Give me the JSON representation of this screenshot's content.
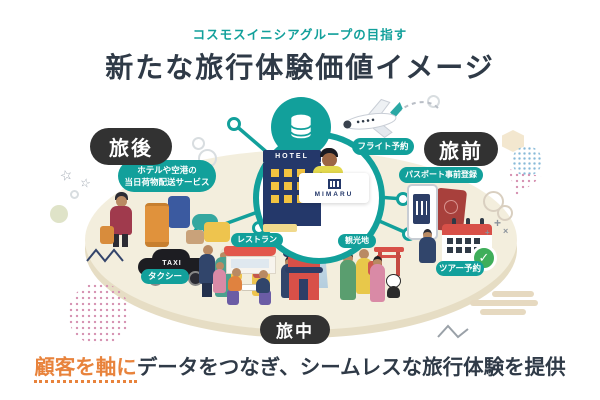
{
  "header": {
    "eyebrow": "コスモスイニシアグループの目指す",
    "title": "新たな旅行体験価値イメージ"
  },
  "phases": {
    "after": "旅後",
    "before": "旅前",
    "during": "旅中"
  },
  "services": {
    "delivery_line1": "ホテルや空港の",
    "delivery_line2": "当日荷物配送サービス",
    "flight": "フライト予約",
    "passport": "パスポート事前登録",
    "tour": "ツアー予約",
    "restaurant": "レストラン",
    "sightseeing": "観光地",
    "taxi": "タクシー"
  },
  "center_hub": {
    "hotel_sign": "HOTEL",
    "brand_card": "MIMARU"
  },
  "street": {
    "taxi_sign": "TAXI"
  },
  "footer": {
    "highlight": "顧客を軸に",
    "body": "データをつなぎ、シームレスな旅行体験を提供"
  },
  "glyphs": {
    "check": "✓",
    "star": "☆",
    "plus": "+",
    "cross": "×"
  },
  "icons": [
    "database-icon",
    "airplane-icon",
    "hotel-building-icon",
    "smartphone-passport-icon",
    "passport-icon",
    "calendar-check-icon",
    "taxi-car-icon",
    "luggage-icon",
    "torii-gate-icon",
    "skytree-tower-icon",
    "temple-icon",
    "panda-icon"
  ],
  "colors": {
    "teal": "#12a09b",
    "badge_black": "#323232",
    "title_navy": "#2f3a47",
    "accent_orange": "#e8833c",
    "platform_cream": "#f3eedd",
    "building_navy": "#24386a",
    "accent_red": "#d85048"
  }
}
